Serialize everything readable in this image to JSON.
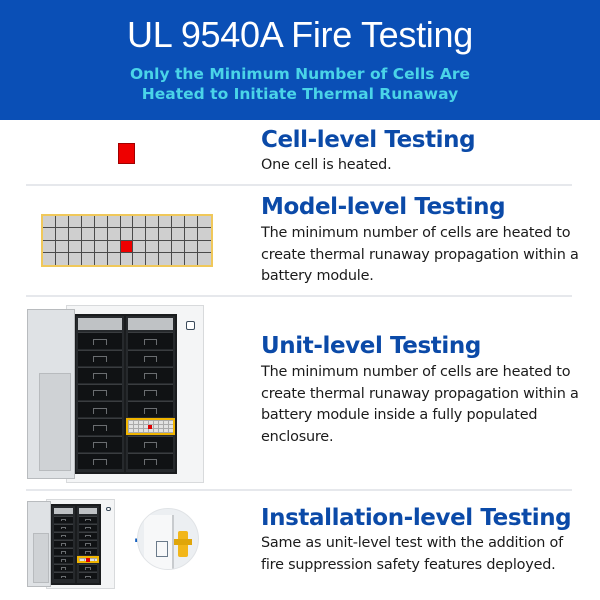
{
  "header": {
    "title": "UL 9540A Fire Testing",
    "subtitle_line1": "Only the Minimum Number of Cells Are",
    "subtitle_line2": "Heated to Initiate Thermal Runaway"
  },
  "colors": {
    "header_bg": "#0a4fb6",
    "subtitle": "#4ad4e8",
    "section_title": "#0b4aa8",
    "heated_cell": "#ee0000",
    "module_outline": "#f0c85a",
    "suppression_nozzle": "#f2b619"
  },
  "sections": [
    {
      "title": "Cell-level Testing",
      "description": "One cell is heated.",
      "illustration": "single-red-cell"
    },
    {
      "title": "Model-level Testing",
      "description": "The minimum number of cells are heated to create thermal runaway propagation within a battery module.",
      "illustration": "module-cell-grid",
      "grid": {
        "columns": 13,
        "rows": 4,
        "heated_cell": {
          "column": 7,
          "row": 3
        }
      }
    },
    {
      "title": "Unit-level Testing",
      "description": "The minimum number of cells are heated to create thermal runaway propagation within a battery module inside a fully populated enclosure.",
      "illustration": "battery-cabinet-open",
      "cabinet": {
        "columns": 2,
        "modules_per_column": 8,
        "highlighted_module": {
          "column": 2,
          "slot": 6
        }
      }
    },
    {
      "title": "Installation-level Testing",
      "description": "Same as unit-level test with the addition of fire suppression safety features deployed.",
      "illustration": "battery-cabinet-plus-suppression",
      "operator": "+"
    }
  ]
}
